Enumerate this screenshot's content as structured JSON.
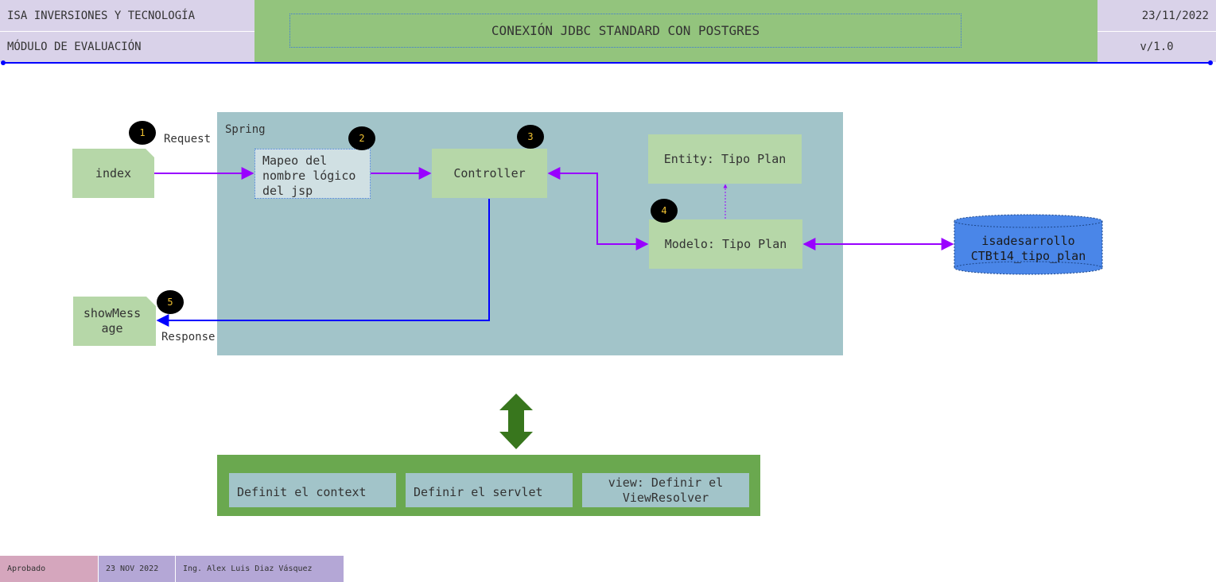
{
  "header": {
    "company": "ISA INVERSIONES Y TECNOLOGÍA",
    "module": "MÓDULO DE EVALUACIÓN",
    "title": "CONEXIÓN JDBC STANDARD CON POSTGRES",
    "date": "23/11/2022",
    "version": "v/1.0"
  },
  "diagram": {
    "spring_label": "Spring",
    "request_label": "Request",
    "response_label": "Response",
    "index_page": "index",
    "show_message_page_line1": "showMess",
    "show_message_page_line2": "age",
    "mapping_line1": "Mapeo del",
    "mapping_line2": "nombre lógico",
    "mapping_line3": "del jsp",
    "controller": "Controller",
    "entity": "Entity: Tipo Plan",
    "model": "Modelo: Tipo Plan",
    "db_line1": "isadesarrollo",
    "db_line2": "CTBt14_tipo_plan",
    "steps": [
      "1",
      "2",
      "3",
      "4",
      "5"
    ]
  },
  "config": {
    "context": "Definit el context",
    "servlet": "Definir el servlet",
    "view_line1": "view: Definir el",
    "view_line2": "ViewResolver"
  },
  "footer": {
    "status": "Aprobado",
    "date": "23 NOV 2022",
    "author": "Ing. Alex Luis Diaz Vásquez"
  },
  "colors": {
    "header_lavender": "#d9d2e9",
    "header_green": "#93c47d",
    "spring_bg": "#a2c4c9",
    "node_green": "#b6d7a8",
    "arrow_purple": "#9900ff",
    "arrow_blue": "#0000ff",
    "db_blue": "#4a86e8",
    "config_green": "#6aa84f",
    "dark_green": "#38761d"
  }
}
